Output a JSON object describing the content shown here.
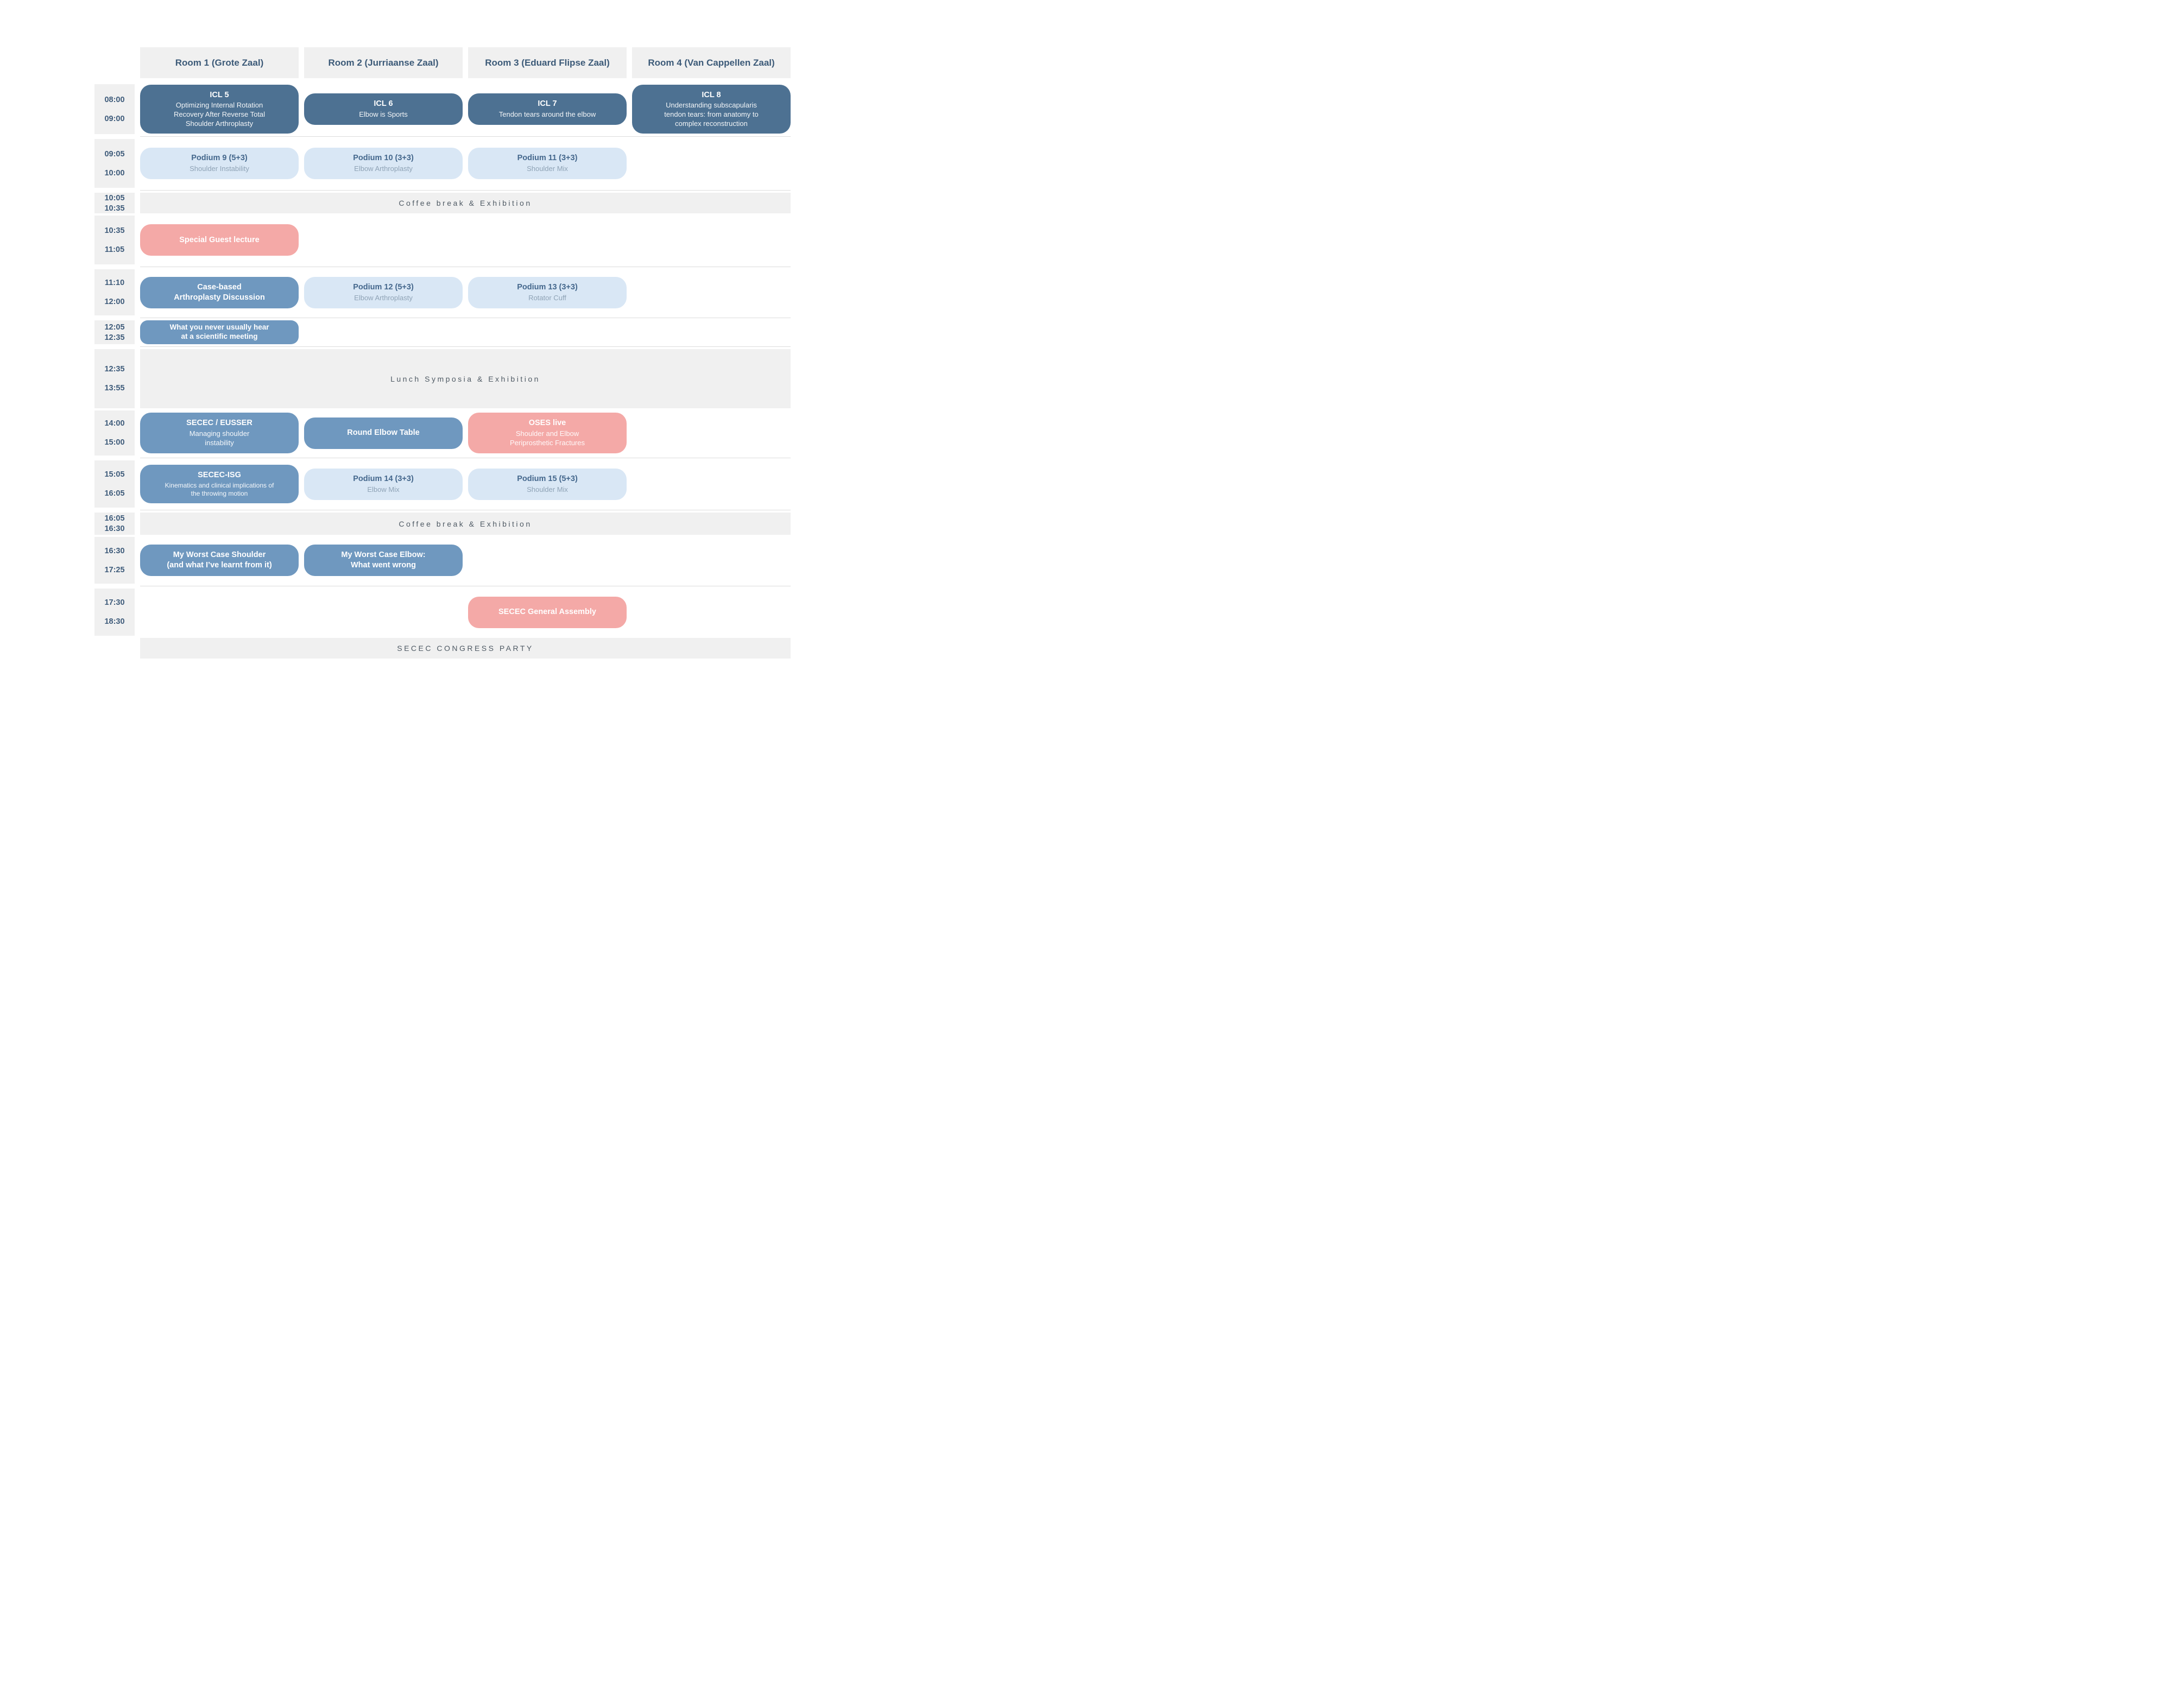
{
  "palette": {
    "icl_dark_blue": "#4d7192",
    "session_blue": "#6f98bf",
    "podium_light_blue": "#d9e7f5",
    "highlight_pink": "#f4a9a7",
    "band_gray": "#f0f0f0",
    "heading_navy": "#3c5a78"
  },
  "schedule": {
    "room_headers": [
      {
        "label": "Room 1 (Grote Zaal)"
      },
      {
        "label": "Room 2 (Jurriaanse Zaal)"
      },
      {
        "label": "Room 3 (Eduard Flipse Zaal)"
      },
      {
        "label": "Room 4 (Van Cappellen Zaal)"
      }
    ],
    "rows": [
      {
        "start": "08:00",
        "end": "09:00",
        "sessions": [
          {
            "title": "ICL 5",
            "subtitle": "Optimizing Internal Rotation\nRecovery After Reverse Total\nShoulder Arthroplasty"
          },
          {
            "title": "ICL 6",
            "subtitle": "Elbow is Sports"
          },
          {
            "title": "ICL 7",
            "subtitle": "Tendon tears around the elbow"
          },
          {
            "title": "ICL 8",
            "subtitle": "Understanding subscapularis\ntendon tears: from anatomy to\ncomplex reconstruction"
          }
        ]
      },
      {
        "start": "09:05",
        "end": "10:00",
        "sessions": [
          {
            "title": "Podium 9 (5+3)",
            "subtitle": "Shoulder Instability"
          },
          {
            "title": "Podium 10 (3+3)",
            "subtitle": "Elbow Arthroplasty"
          },
          {
            "title": "Podium 11 (3+3)",
            "subtitle": "Shoulder Mix"
          }
        ]
      },
      {
        "start": "10:05",
        "end": "10:35",
        "band": "Coffee break & Exhibition"
      },
      {
        "start": "10:35",
        "end": "11:05",
        "sessions": [
          {
            "title": "Special Guest lecture"
          }
        ]
      },
      {
        "start": "11:10",
        "end": "12:00",
        "sessions": [
          {
            "title": "Case-based\nArthroplasty Discussion"
          },
          {
            "title": "Podium 12 (5+3)",
            "subtitle": "Elbow Arthroplasty"
          },
          {
            "title": "Podium 13 (3+3)",
            "subtitle": "Rotator Cuff"
          }
        ]
      },
      {
        "start": "12:05",
        "end": "12:35",
        "sessions": [
          {
            "title": "What you never usually hear\nat a scientific meeting"
          }
        ]
      },
      {
        "start": "12:35",
        "end": "13:55",
        "band": "Lunch Symposia & Exhibition"
      },
      {
        "start": "14:00",
        "end": "15:00",
        "sessions": [
          {
            "title": "SECEC / EUSSER",
            "subtitle": "Managing shoulder\ninstability"
          },
          {
            "title": "Round Elbow Table"
          },
          {
            "title": "OSES live",
            "subtitle": "Shoulder and Elbow\nPeriprosthetic Fractures"
          }
        ]
      },
      {
        "start": "15:05",
        "end": "16:05",
        "sessions": [
          {
            "title": "SECEC-ISG",
            "subtitle": "Kinematics and clinical implications of\nthe throwing motion"
          },
          {
            "title": "Podium 14 (3+3)",
            "subtitle": "Elbow Mix"
          },
          {
            "title": "Podium 15 (5+3)",
            "subtitle": "Shoulder Mix"
          }
        ]
      },
      {
        "start": "16:05",
        "end": "16:30",
        "band": "Coffee break & Exhibition"
      },
      {
        "start": "16:30",
        "end": "17:25",
        "sessions": [
          {
            "title": "My Worst Case Shoulder\n(and what I’ve learnt from it)"
          },
          {
            "title": "My Worst Case Elbow:\nWhat went wrong"
          }
        ]
      },
      {
        "start": "17:30",
        "end": "18:30",
        "sessions": [
          {
            "title": "SECEC General Assembly"
          }
        ]
      },
      {
        "band": "SECEC CONGRESS PARTY"
      }
    ]
  }
}
